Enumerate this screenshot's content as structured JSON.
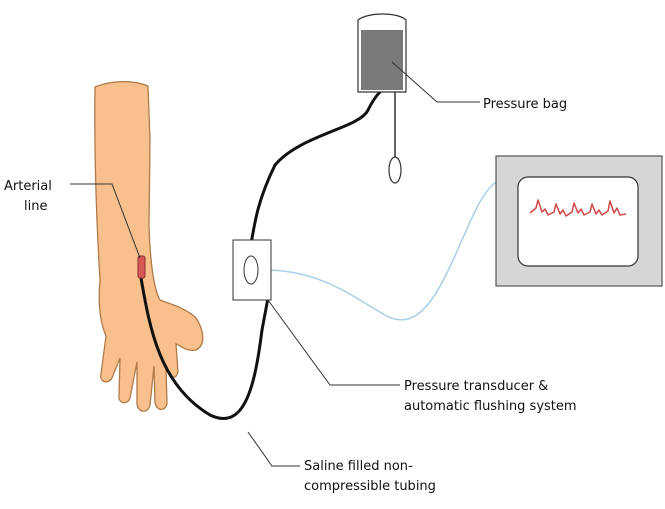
{
  "labels": {
    "arterial_line": [
      "Arterial",
      "line"
    ],
    "pressure_bag": "Pressure bag",
    "transducer": [
      "Pressure transducer &",
      "automatic flushing system"
    ],
    "tubing": [
      "Saline filled non-",
      "compressible tubing"
    ]
  },
  "colors": {
    "arm_fill": "#f8c08c",
    "arm_stroke": "#b07a48",
    "bag_fill": "#7a7a7a",
    "monitor_frame": "#d6d6d6",
    "monitor_screen": "#ffffff",
    "waveform": "#d24646",
    "cable": "#a9cfe8",
    "tubing": "#111111",
    "catheter": "#d95757"
  }
}
